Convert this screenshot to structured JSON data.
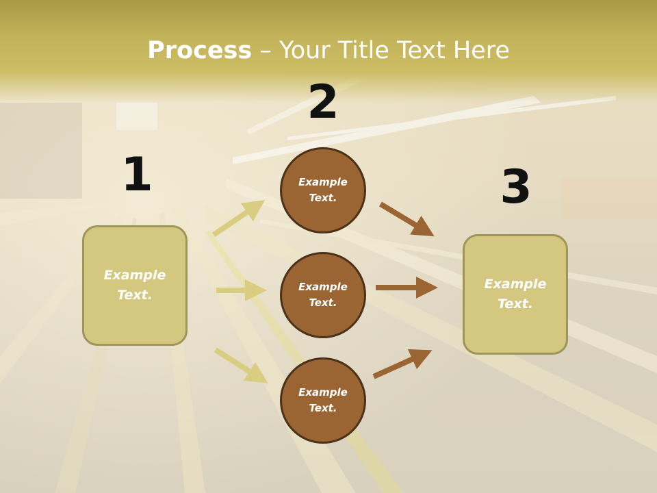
{
  "title": {
    "bold": "Process",
    "rest": " – Your Title Text Here"
  },
  "steps": {
    "n1": "1",
    "n2": "2",
    "n3": "3"
  },
  "left_box": {
    "text": "Example\nText."
  },
  "right_box": {
    "text": "Example\nText."
  },
  "circles": [
    {
      "text": "Example\nText."
    },
    {
      "text": "Example\nText."
    },
    {
      "text": "Example\nText."
    }
  ],
  "colors": {
    "box_fill": "#d4c881",
    "box_border": "#9e9558",
    "circle_fill": "#9a6532",
    "circle_border": "#4a3118",
    "left_arrow": "#d9cd82",
    "right_arrow": "#9a6532",
    "title_band": "#c2b25a"
  }
}
